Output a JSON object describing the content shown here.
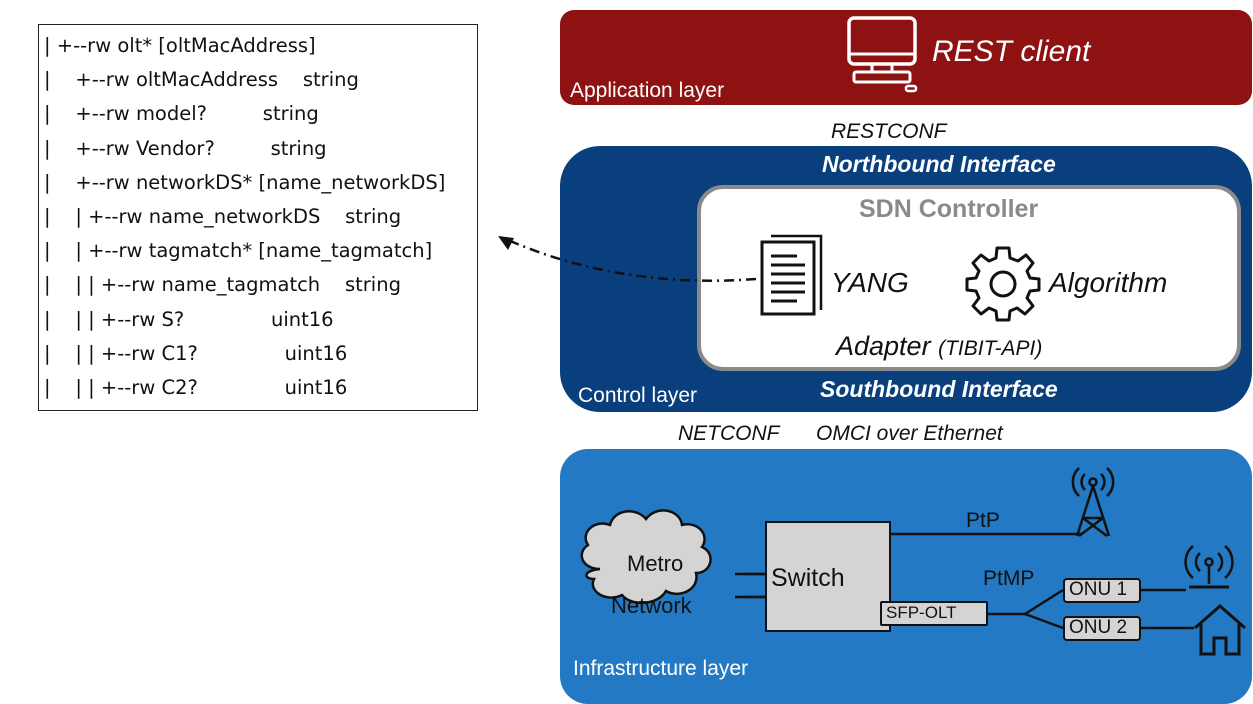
{
  "yang_tree": {
    "lines": [
      "| +--rw olt* [oltMacAddress]",
      "|    +--rw oltMacAddress    string",
      "|    +--rw model?         string",
      "|    +--rw Vendor?         string",
      "|    +--rw networkDS* [name_networkDS]",
      "|    | +--rw name_networkDS    string",
      "|    | +--rw tagmatch* [name_tagmatch]",
      "|    | | +--rw name_tagmatch    string",
      "|    | | +--rw S?              uint16",
      "|    | | +--rw C1?              uint16",
      "|    | | +--rw C2?              uint16"
    ]
  },
  "application_layer": {
    "label": "Application layer",
    "client": "REST client",
    "icon": "computer-icon"
  },
  "protocols": {
    "north": "RESTCONF",
    "south_netconf": "NETCONF",
    "south_omci": "OMCI over Ethernet"
  },
  "control_layer": {
    "label": "Control layer",
    "northbound": "Northbound Interface",
    "southbound": "Southbound Interface",
    "controller": {
      "title": "SDN Controller",
      "yang": "YANG",
      "algorithm": "Algorithm",
      "adapter": "Adapter",
      "adapter_api": "(TIBIT-API)"
    }
  },
  "infrastructure_layer": {
    "label": "Infrastructure layer",
    "metro_line1": "Metro",
    "metro_line2": "Network",
    "switch": "Switch",
    "sfp": "SFP-OLT",
    "ptp": "PtP",
    "ptmp": "PtMP",
    "onu1": "ONU 1",
    "onu2": "ONU 2"
  },
  "colors": {
    "application": "#8e1212",
    "control": "#0a3f7e",
    "infrastructure": "#2379c4",
    "controller_border": "#8a8a8a"
  }
}
